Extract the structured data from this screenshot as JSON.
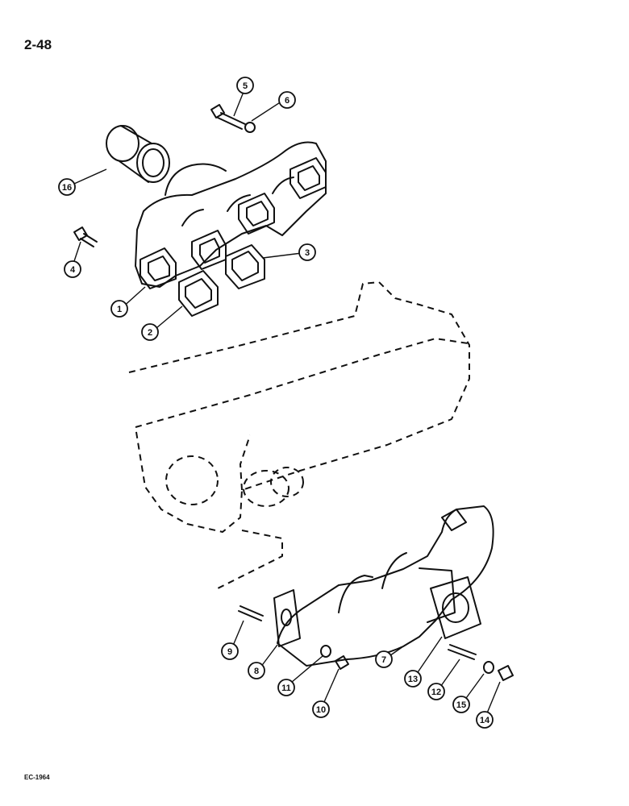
{
  "page": {
    "page_number": "2-48",
    "figure_code": "EC-1964"
  },
  "callouts": [
    {
      "id": "callout-1",
      "label": "1"
    },
    {
      "id": "callout-2",
      "label": "2"
    },
    {
      "id": "callout-3",
      "label": "3"
    },
    {
      "id": "callout-4",
      "label": "4"
    },
    {
      "id": "callout-5",
      "label": "5"
    },
    {
      "id": "callout-6",
      "label": "6"
    },
    {
      "id": "callout-7",
      "label": "7"
    },
    {
      "id": "callout-8",
      "label": "8"
    },
    {
      "id": "callout-9",
      "label": "9"
    },
    {
      "id": "callout-10",
      "label": "10"
    },
    {
      "id": "callout-11",
      "label": "11"
    },
    {
      "id": "callout-12",
      "label": "12"
    },
    {
      "id": "callout-13",
      "label": "13"
    },
    {
      "id": "callout-14",
      "label": "14"
    },
    {
      "id": "callout-15",
      "label": "15"
    },
    {
      "id": "callout-16",
      "label": "16"
    }
  ]
}
